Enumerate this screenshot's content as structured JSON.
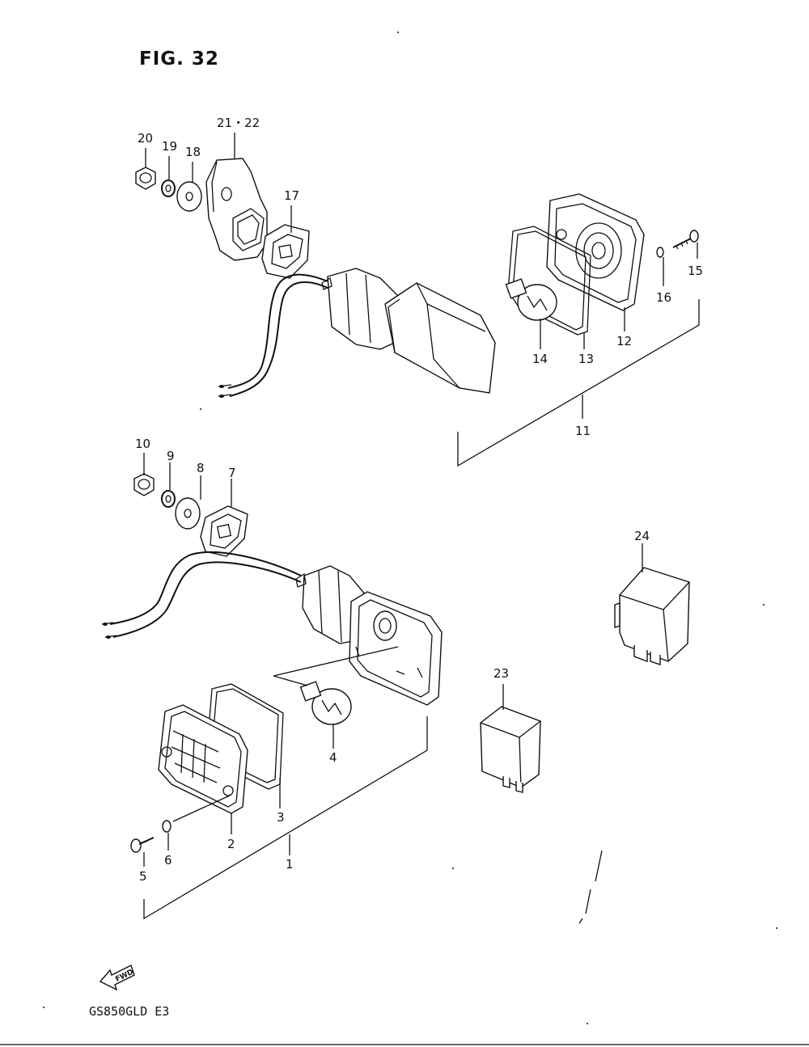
{
  "figure": {
    "title": "FIG. 32",
    "model_code": "GS850GLD E3",
    "direction_label": "FWD"
  },
  "callouts": {
    "c1": "1",
    "c2": "2",
    "c3": "3",
    "c4": "4",
    "c5": "5",
    "c6": "6",
    "c7": "7",
    "c8": "8",
    "c9": "9",
    "c10": "10",
    "c11": "11",
    "c12": "12",
    "c13": "13",
    "c14": "14",
    "c15": "15",
    "c16": "16",
    "c17": "17",
    "c18": "18",
    "c19": "19",
    "c20": "20",
    "c21_22": "21・22",
    "c23": "23",
    "c24": "24"
  }
}
